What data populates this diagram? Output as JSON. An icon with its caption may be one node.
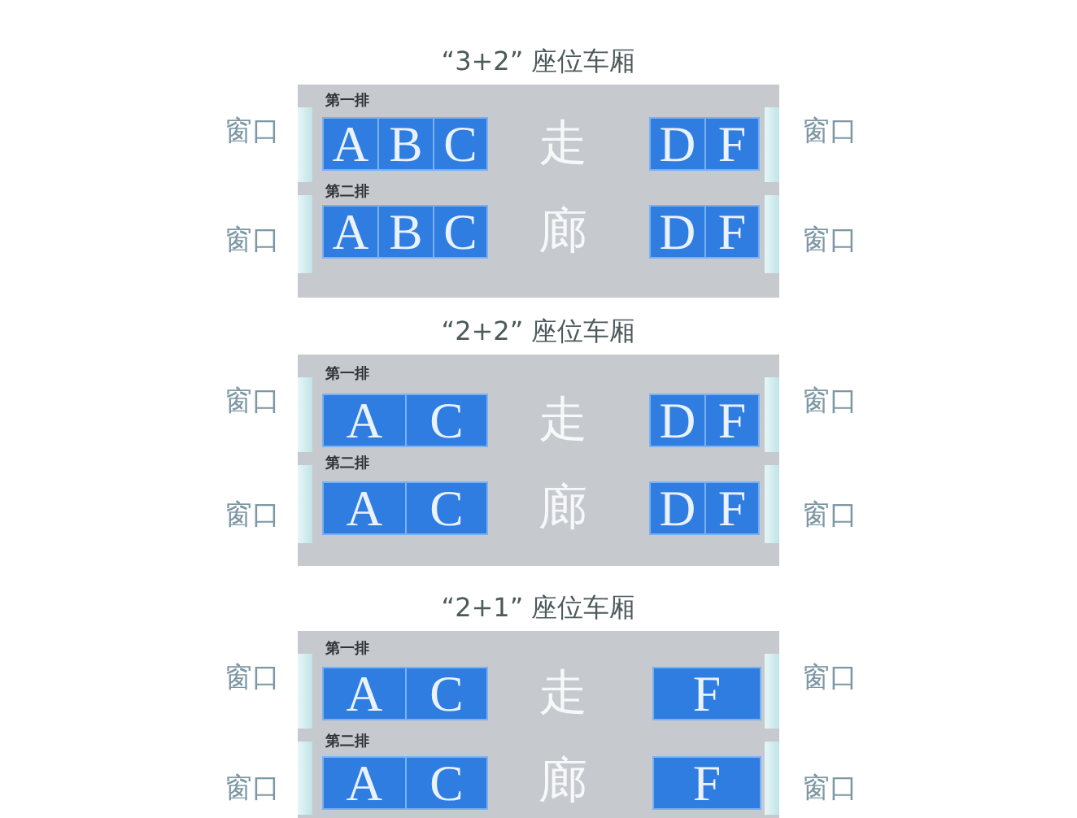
{
  "diagram": {
    "nodes": [
      {
        "text": [
          "“3+2” 座位车厢",
          "走廊"
        ]
      },
      {
        "text": [
          "A"
        ],
        "in": 0
      },
      {
        "text": [
          "B"
        ],
        "in": 0
      },
      {
        "text": [
          "C"
        ],
        "in": 0
      },
      {
        "text": [
          "D"
        ],
        "in": 0
      },
      {
        "text": [
          "F"
        ],
        "in": 0
      },
      {
        "text": [
          "A"
        ],
        "in": 0
      },
      {
        "text": [
          "B"
        ],
        "in": 0
      },
      {
        "text": [
          "C"
        ],
        "in": 0
      },
      {
        "text": [
          "D"
        ],
        "in": 0
      },
      {
        "text": [
          "F"
        ],
        "in": 0
      },
      {
        "text": [
          "“2+2” 座位车厢",
          "走廊"
        ]
      },
      {
        "text": [
          "A"
        ],
        "in": 11
      },
      {
        "text": [
          "C"
        ],
        "in": 11
      },
      {
        "text": [
          "D"
        ],
        "in": 11
      },
      {
        "text": [
          "F"
        ],
        "in": 11
      },
      {
        "text": [
          "A"
        ],
        "in": 11
      },
      {
        "text": [
          "C"
        ],
        "in": 11
      },
      {
        "text": [
          "D"
        ],
        "in": 11
      },
      {
        "text": [
          "F"
        ],
        "in": 11
      },
      {
        "text": [
          "“2+1” 座位车厢",
          "走廊"
        ]
      },
      {
        "text": [
          "A"
        ],
        "in": 20
      },
      {
        "text": [
          "C"
        ],
        "in": 20
      },
      {
        "text": [
          "F"
        ],
        "in": 20
      },
      {
        "text": [
          "A"
        ],
        "in": 20
      },
      {
        "text": [
          "C"
        ],
        "in": 20
      },
      {
        "text": [
          "F"
        ],
        "in": 20
      }
    ],
    "labels": [
      "第一排",
      "窗口",
      "窗口",
      "第二排",
      "窗口",
      "窗口",
      "第一排",
      "窗口",
      "窗口",
      "第二排",
      "窗口",
      "窗口",
      "第一排",
      "窗口",
      "窗口",
      "第二排",
      "窗口",
      "窗口"
    ]
  }
}
